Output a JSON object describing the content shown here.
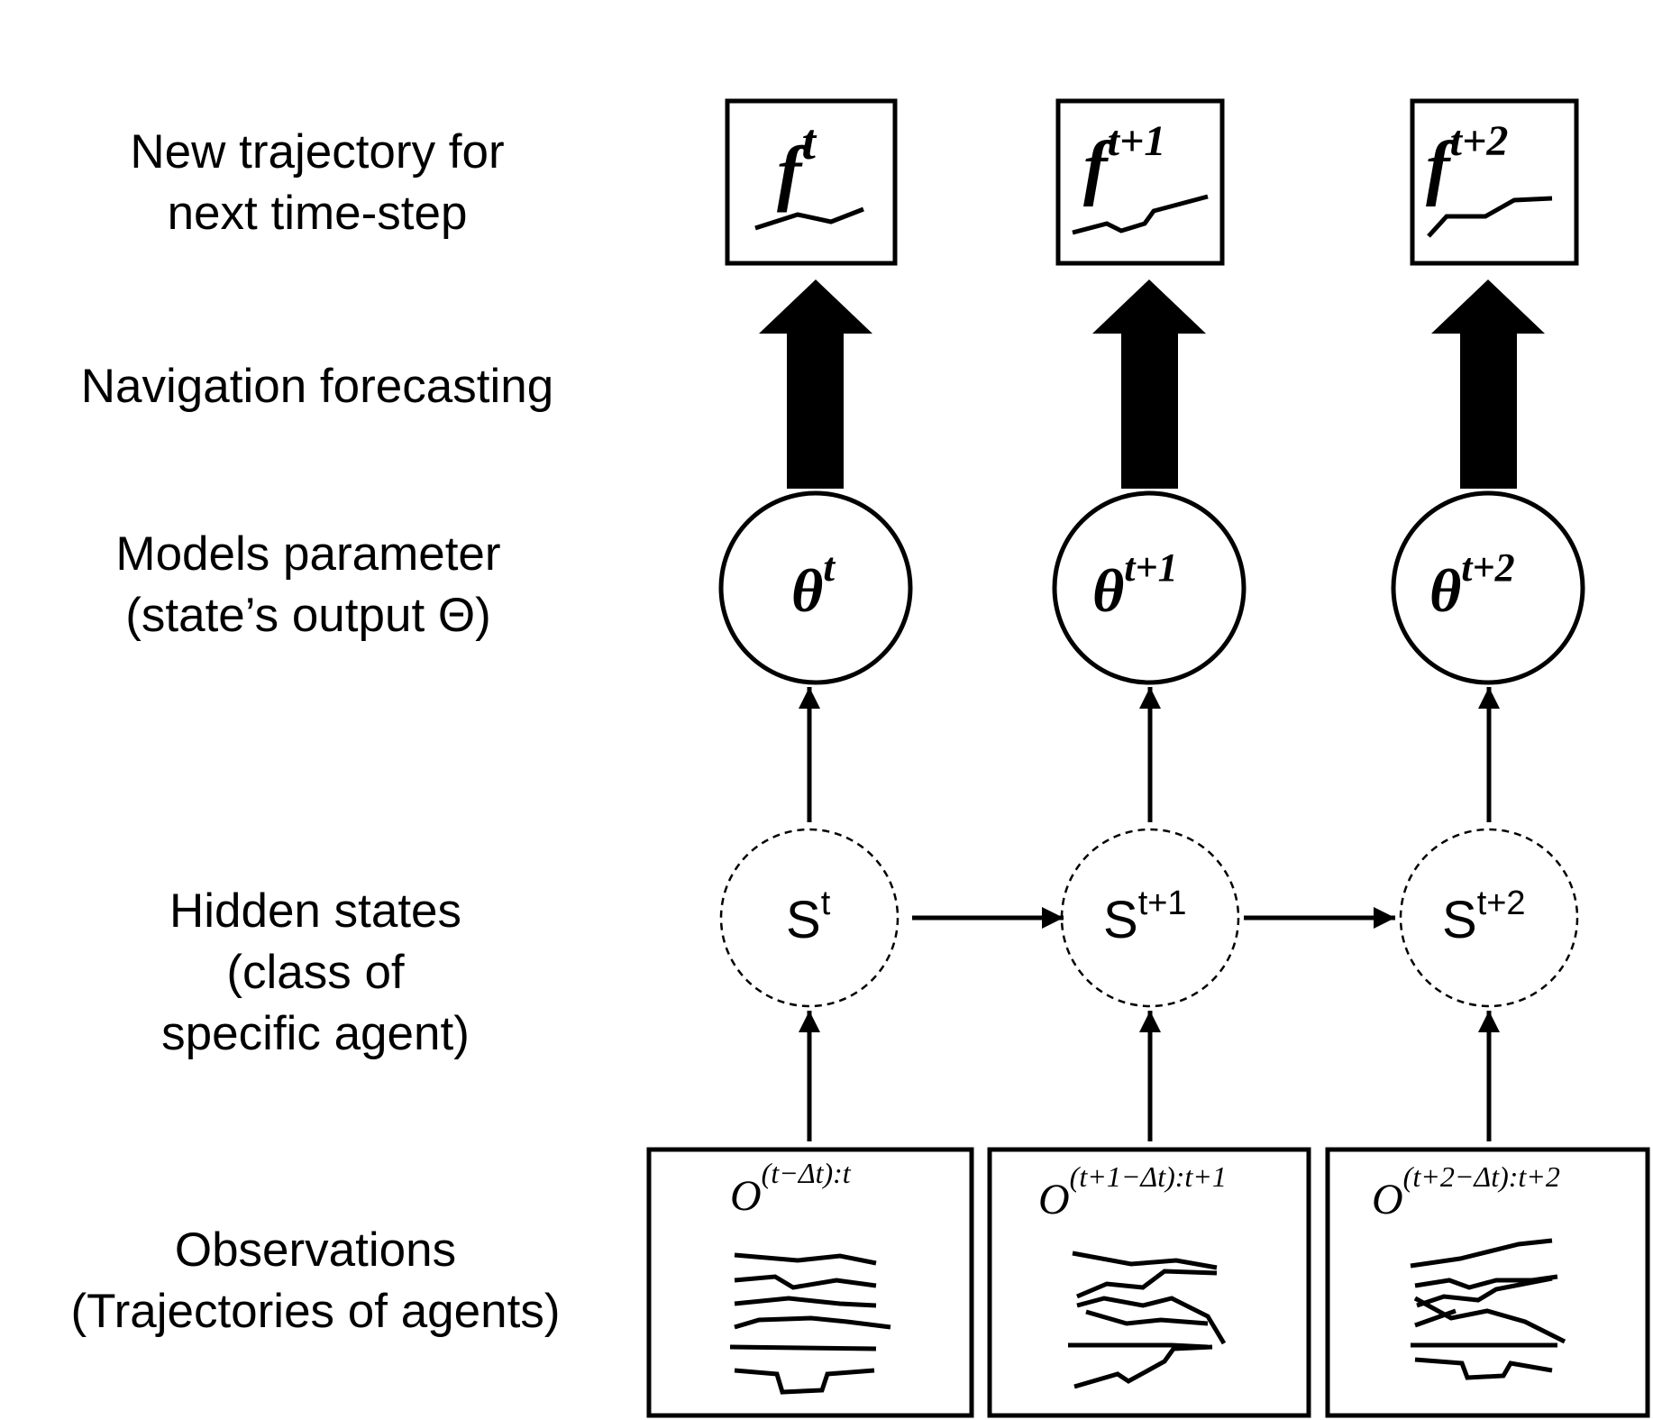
{
  "rows": [
    {
      "id": "forecast-output",
      "lines": [
        "New trajectory for",
        "next time-step"
      ]
    },
    {
      "id": "navigation",
      "lines": [
        "Navigation forecasting"
      ]
    },
    {
      "id": "parameters",
      "lines": [
        "Models parameter",
        "(state’s output Θ)"
      ]
    },
    {
      "id": "hidden",
      "lines": [
        "Hidden states",
        "(class of",
        "specific agent)"
      ]
    },
    {
      "id": "observations",
      "lines": [
        "Observations",
        "(Trajectories of agents)"
      ]
    }
  ],
  "columns": [
    {
      "forecast": {
        "base": "f",
        "sup": "t"
      },
      "theta": {
        "base": "θ",
        "sup": "t"
      },
      "state": {
        "base": "S",
        "sup": "t"
      },
      "observation": {
        "base": "O",
        "sup": "(t−Δt):t"
      }
    },
    {
      "forecast": {
        "base": "f",
        "sup": "t+1"
      },
      "theta": {
        "base": "θ",
        "sup": "t+1"
      },
      "state": {
        "base": "S",
        "sup": "t+1"
      },
      "observation": {
        "base": "O",
        "sup": "(t+1−Δt):t+1"
      }
    },
    {
      "forecast": {
        "base": "f",
        "sup": "t+2"
      },
      "theta": {
        "base": "θ",
        "sup": "t+2"
      },
      "state": {
        "base": "S",
        "sup": "t+2"
      },
      "observation": {
        "base": "O",
        "sup": "(t+2−Δt):t+2"
      }
    }
  ],
  "colors": {
    "ink": "#000000",
    "background": "#ffffff"
  }
}
